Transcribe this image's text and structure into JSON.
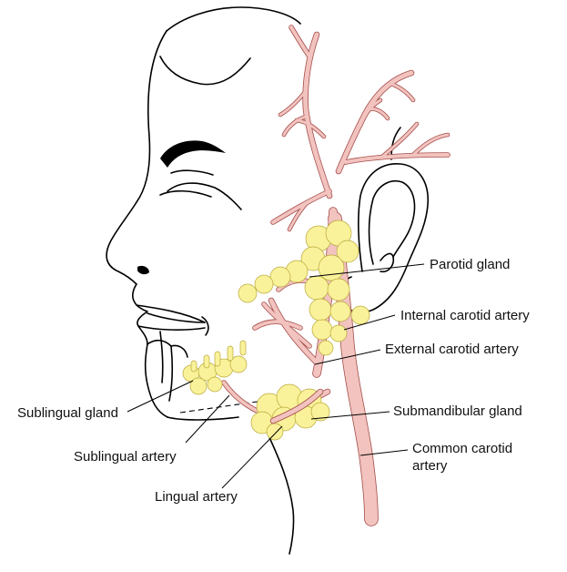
{
  "labels": {
    "parotid_gland": "Parotid gland",
    "internal_carotid_artery": "Internal carotid artery",
    "external_carotid_artery": "External carotid artery",
    "sublingual_gland": "Sublingual gland",
    "submandibular_gland": "Submandibular gland",
    "sublingual_artery": "Sublingual artery",
    "common_carotid_artery_line1": "Common carotid",
    "common_carotid_artery_line2": "artery",
    "lingual_artery": "Lingual artery"
  },
  "colors": {
    "artery_fill": "#f4c7c3",
    "artery_outline": "#a44e4a",
    "gland_fill": "#faf29a",
    "outline": "#000000"
  }
}
